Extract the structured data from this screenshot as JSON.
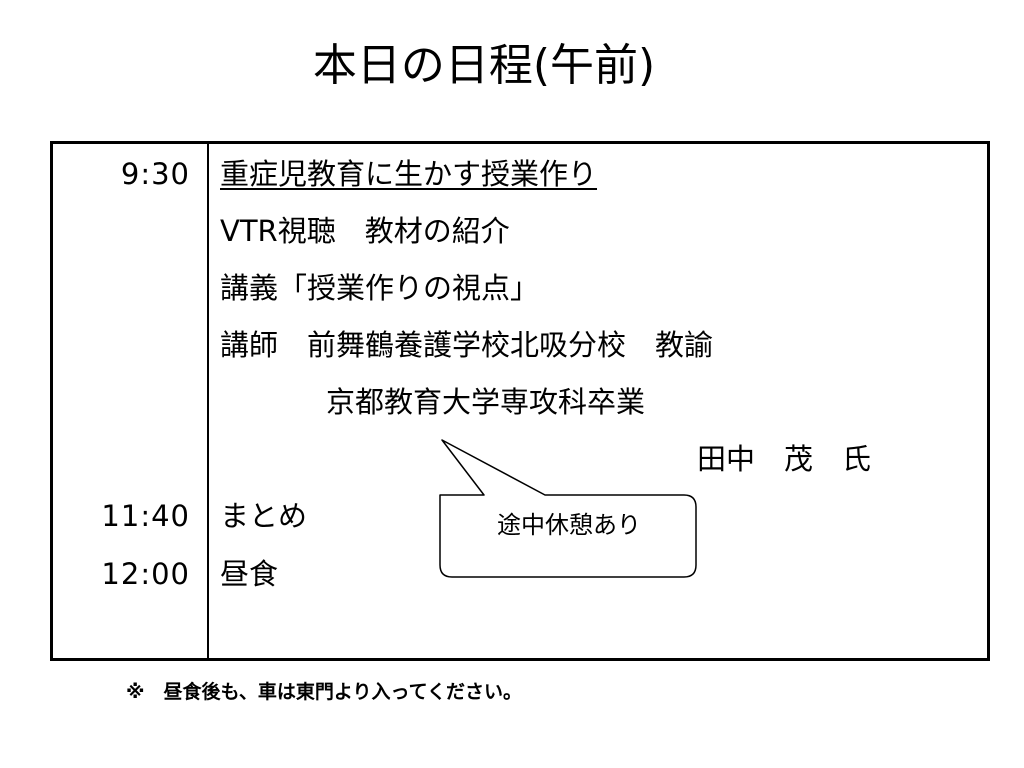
{
  "title": "本日の日程(午前)",
  "schedule": {
    "times": {
      "start": "9:30",
      "wrapup": "11:40",
      "lunch": "12:00"
    },
    "lines": {
      "session_title": "重症児教育に生かす授業作り",
      "vtr": "VTR視聴　教材の紹介",
      "lecture": "講義「授業作りの視点」",
      "lecturer_role": "講師　前舞鶴養護学校北吸分校　教諭",
      "lecturer_bio": "京都教育大学専攻科卒業",
      "lecturer_name": "田中　茂　氏",
      "wrapup": "まとめ",
      "lunch": "昼食"
    }
  },
  "callout": {
    "text": "途中休憩あり"
  },
  "footnote": "※　昼食後も、車は東門より入ってください。"
}
